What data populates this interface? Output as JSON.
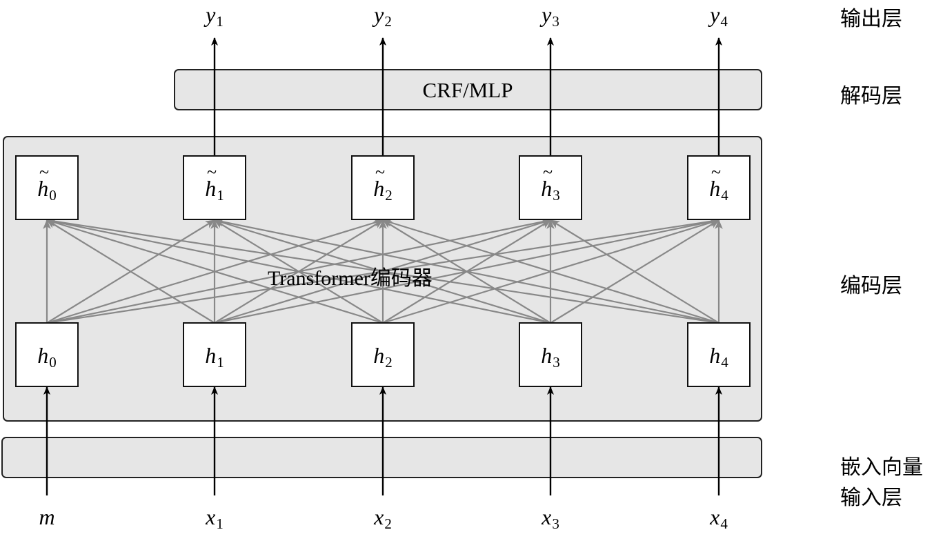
{
  "layers": {
    "output": "输出层",
    "decode": "解码层",
    "encode": "编码层",
    "embed": "嵌入向量",
    "input": "输入层"
  },
  "decoder_label": "CRF/MLP",
  "encoder_label": "Transformer编码器",
  "inputs": [
    {
      "base": "m",
      "sub": ""
    },
    {
      "base": "x",
      "sub": "1"
    },
    {
      "base": "x",
      "sub": "2"
    },
    {
      "base": "x",
      "sub": "3"
    },
    {
      "base": "x",
      "sub": "4"
    }
  ],
  "hidden": [
    {
      "base": "h",
      "sub": "0"
    },
    {
      "base": "h",
      "sub": "1"
    },
    {
      "base": "h",
      "sub": "2"
    },
    {
      "base": "h",
      "sub": "3"
    },
    {
      "base": "h",
      "sub": "4"
    }
  ],
  "encoded": [
    {
      "base": "h",
      "sub": "0"
    },
    {
      "base": "h",
      "sub": "1"
    },
    {
      "base": "h",
      "sub": "2"
    },
    {
      "base": "h",
      "sub": "3"
    },
    {
      "base": "h",
      "sub": "4"
    }
  ],
  "outputs": [
    {
      "base": "y",
      "sub": "1"
    },
    {
      "base": "y",
      "sub": "2"
    },
    {
      "base": "y",
      "sub": "3"
    },
    {
      "base": "y",
      "sub": "4"
    }
  ]
}
